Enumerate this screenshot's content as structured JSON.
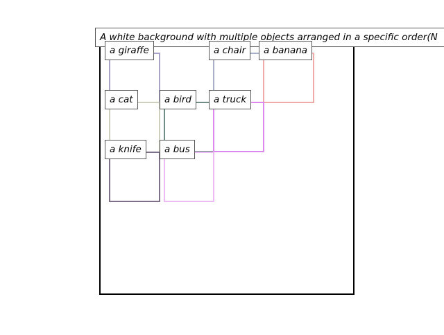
{
  "title": "A white background with multiple objects arranged in a specific order(N",
  "objects": [
    {
      "id": "giraffe",
      "label": "a giraffe",
      "color": "#a9a3cc"
    },
    {
      "id": "chair",
      "label": "a chair",
      "color": "#a8b0c9"
    },
    {
      "id": "banana",
      "label": "a banana",
      "color": "#f1aaaa"
    },
    {
      "id": "cat",
      "label": "a cat",
      "color": "#cdcdc0"
    },
    {
      "id": "bird",
      "label": "a bird",
      "color": "#6f8d85"
    },
    {
      "id": "truck",
      "label": "a truck",
      "color": "#dd88ee"
    },
    {
      "id": "knife",
      "label": "a knife",
      "color": "#7e7088"
    },
    {
      "id": "bus",
      "label": "a bus",
      "color": "#ecbbf3"
    }
  ],
  "frame_color": "#000000"
}
